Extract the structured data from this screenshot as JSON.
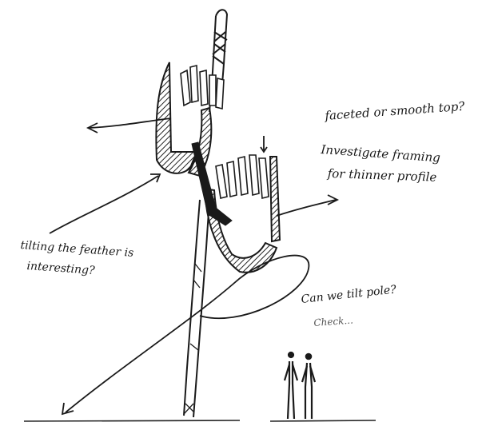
{
  "sketch": {
    "notes": {
      "faceted": "faceted or smooth top?",
      "investigate": "Investigate framing",
      "thinner": "for thinner profile",
      "tilting": "tilting the feather is",
      "interesting": "interesting?",
      "tilt_pole": "Can we tilt pole?",
      "check": "Check..."
    },
    "ink_color": "#1a1a1a",
    "hatch_color": "#333333"
  }
}
